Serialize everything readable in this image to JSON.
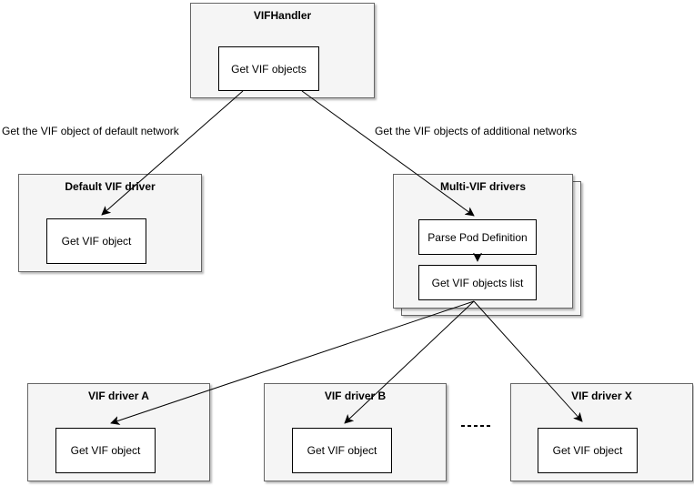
{
  "diagram": {
    "colors": {
      "container_fill": "#f5f5f5",
      "container_border": "#666666",
      "inner_fill": "#ffffff",
      "inner_border": "#000000",
      "text": "#000000",
      "canvas_bg": "#ffffff"
    },
    "nodes": {
      "vifhandler": {
        "title": "VIFHandler",
        "action": "Get VIF objects"
      },
      "default_vif_driver": {
        "title": "Default VIF driver",
        "action": "Get VIF object"
      },
      "multi_vif_drivers": {
        "title": "Multi-VIF drivers",
        "action1": "Parse Pod Definition",
        "action2": "Get VIF objects list"
      },
      "vif_driver_a": {
        "title": "VIF driver A",
        "action": "Get VIF object"
      },
      "vif_driver_b": {
        "title": "VIF driver B",
        "action": "Get VIF object"
      },
      "vif_driver_x": {
        "title": "VIF driver X",
        "action": "Get VIF object"
      }
    },
    "edge_labels": {
      "to_default": "Get the VIF object of default network",
      "to_multi": "Get the VIF objects of additional networks"
    }
  }
}
